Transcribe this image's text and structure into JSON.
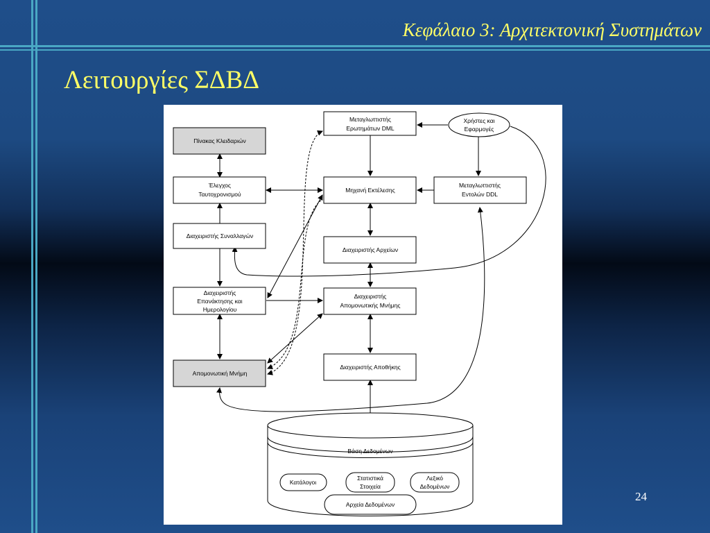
{
  "header": {
    "chapter_title": "Κεφάλαιο 3: Αρχιτεκτονική Συστημάτων"
  },
  "slide": {
    "title": "Λειτουργίες ΣΔΒΔ",
    "page_number": "24"
  },
  "diagram": {
    "nodes": {
      "lock_table": [
        "Πίνακας Κλειδαριών"
      ],
      "concurrency_control": [
        "Έλεγχος",
        "Ταυτοχρονισμού"
      ],
      "transaction_manager": [
        "Διαχειριστής Συναλλαγών"
      ],
      "recovery_log_manager": [
        "Διαχειριστής",
        "Επανάκτησης και",
        "Ημερολογίου"
      ],
      "buffer": [
        "Απομονωτική  Μνήμη"
      ],
      "dml_compiler": [
        "Μεταγλωττιστής",
        "Ερωτημάτων DML"
      ],
      "execution_engine": [
        "Μηχανή Εκτέλεσης"
      ],
      "file_manager": [
        "Διαχειριστής Αρχείων"
      ],
      "buffer_manager": [
        "Διαχειριστής",
        "Απομονωτικής Μνήμης"
      ],
      "storage_manager": [
        "Διαχειριστής Αποθήκης"
      ],
      "users_apps": [
        "Χρήστες και",
        "Εφαρμογές"
      ],
      "ddl_compiler": [
        "Μεταγλωττιστής",
        "Εντολών DDL"
      ]
    },
    "database": {
      "label": "Βάση Δεδομένων",
      "catalogs": [
        "Κατάλογοι"
      ],
      "statistics": [
        "Στατιστικά",
        "Στοιχεία"
      ],
      "data_dictionary": [
        "Λεξικό",
        "Δεδομένων"
      ],
      "data_files": [
        "Αρχεία Δεδομένων"
      ]
    }
  },
  "colors": {
    "title_text": "#ffff66",
    "accent_lines": "#4aa8c4",
    "background_top": "#1f4e8a",
    "background_band": "#030a16"
  }
}
